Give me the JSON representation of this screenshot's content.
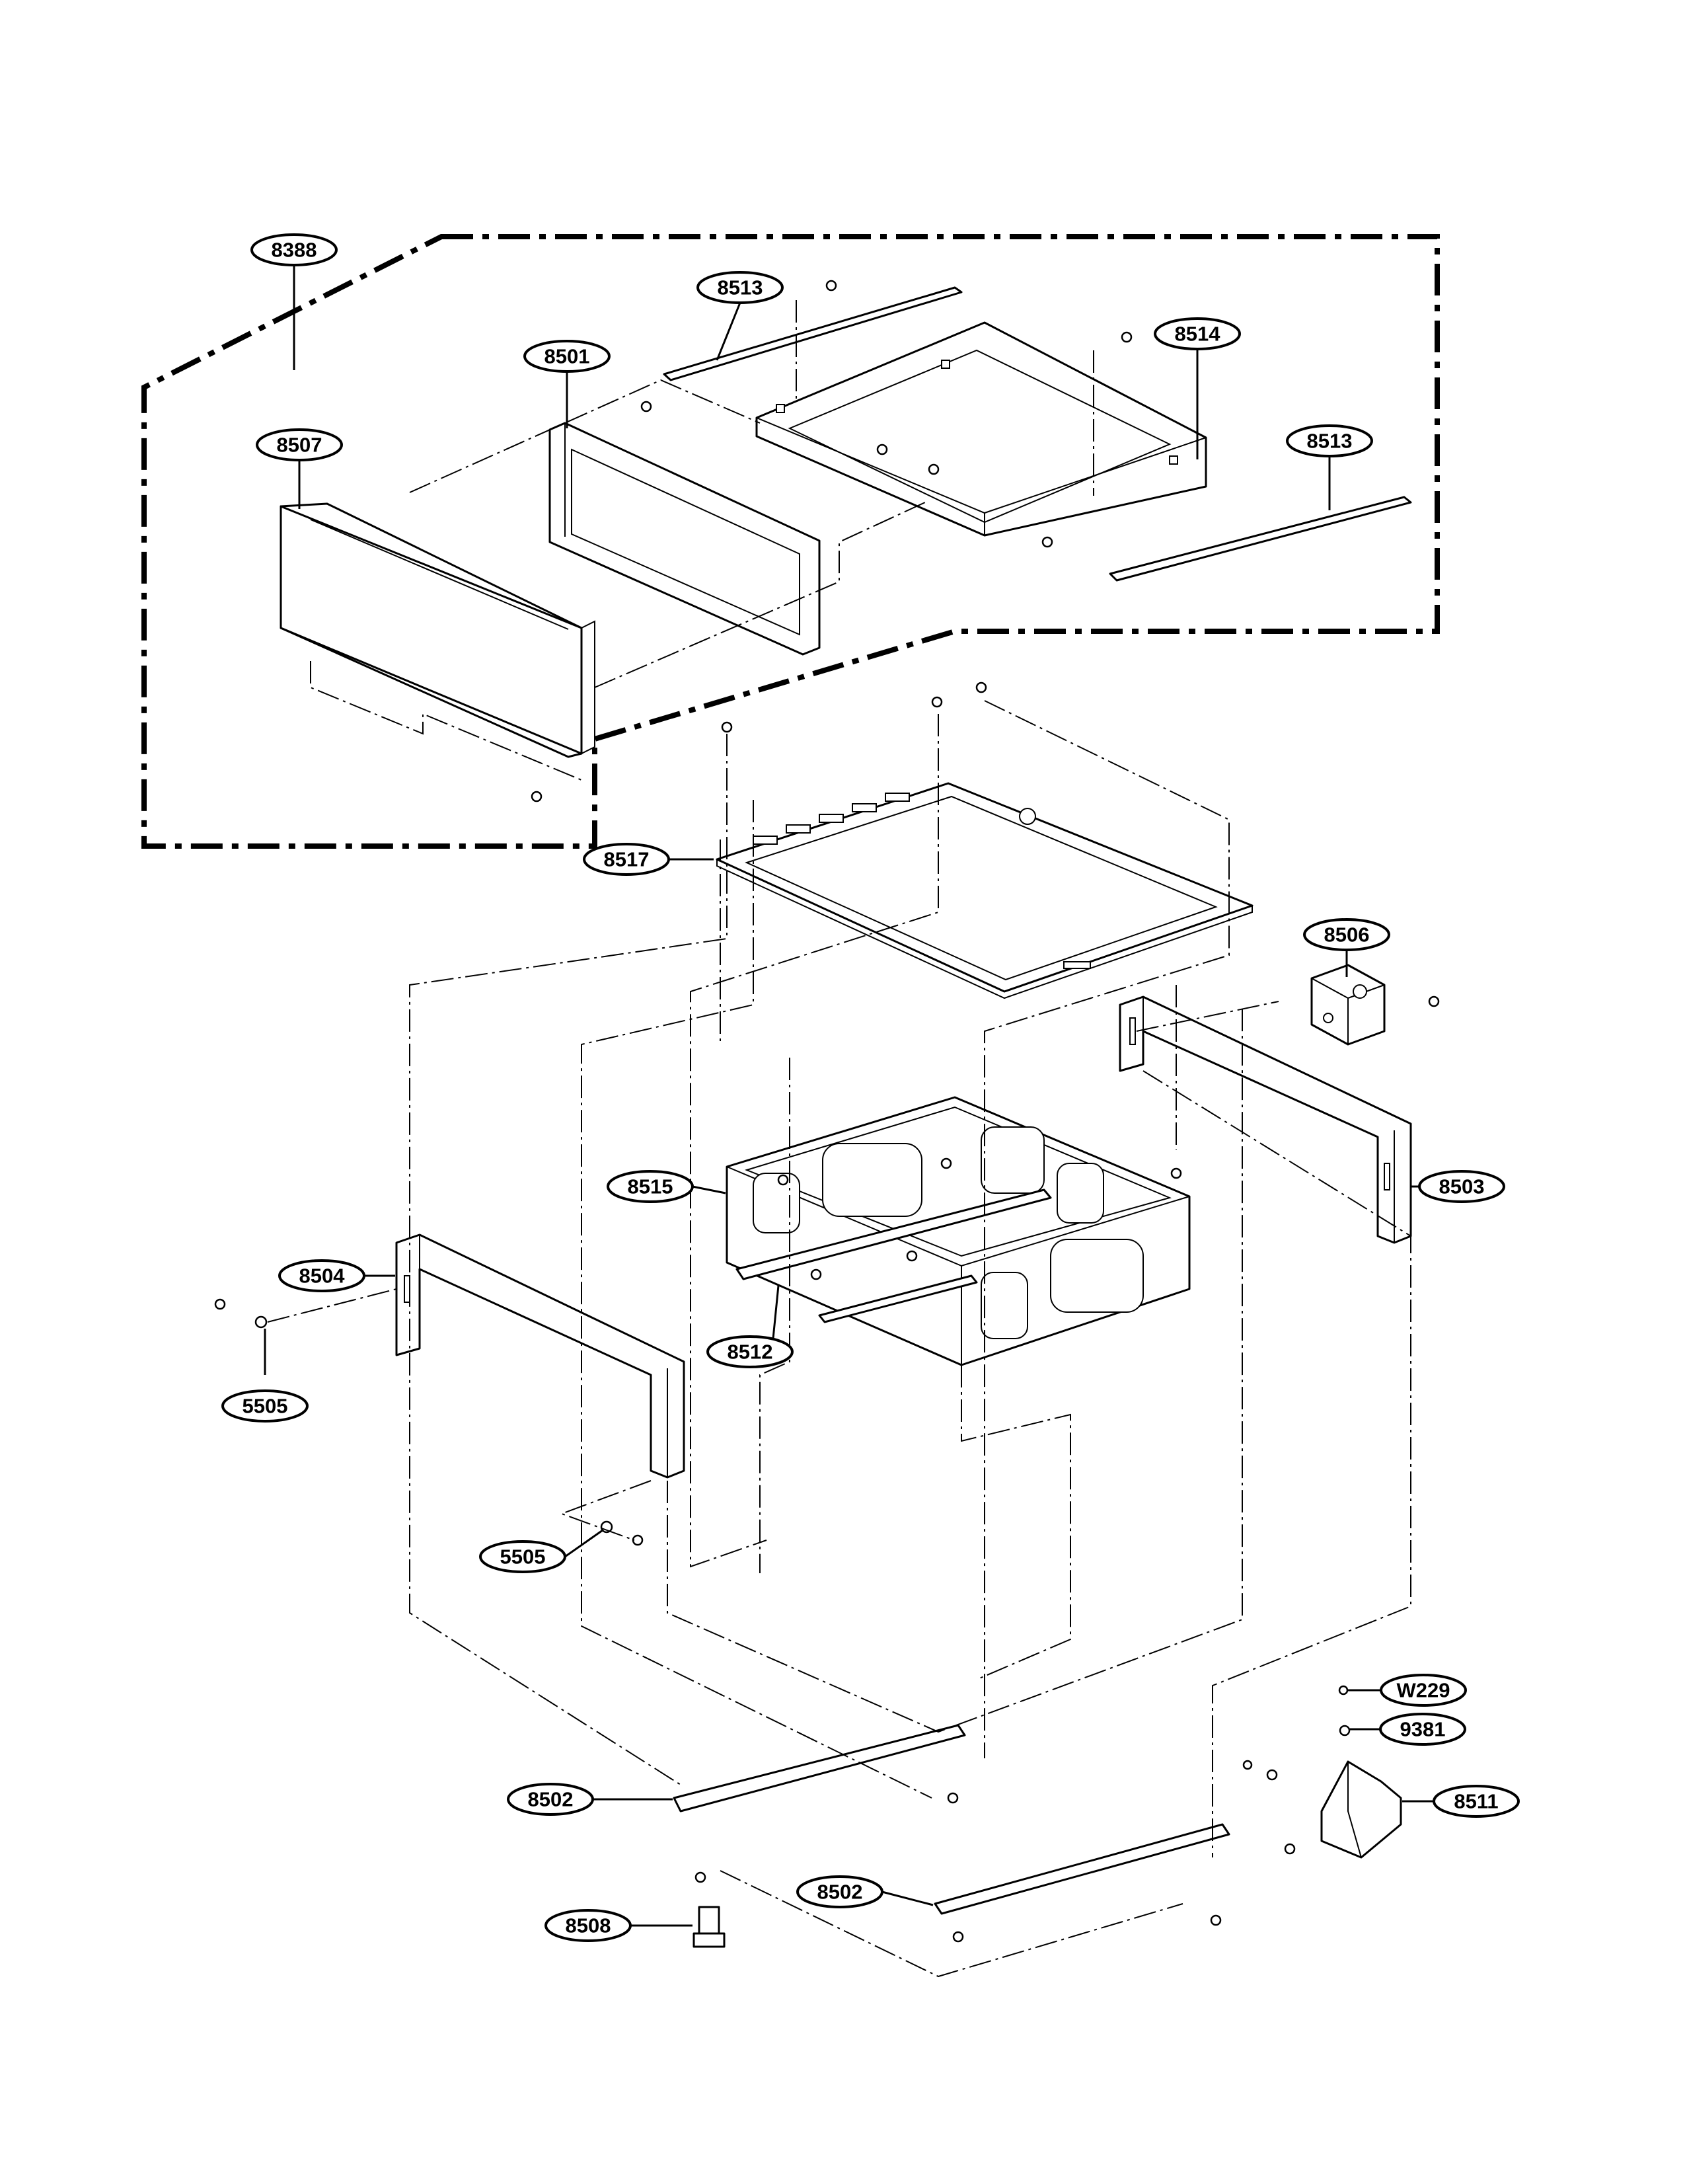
{
  "callouts": {
    "c8388": "8388",
    "c8513a": "8513",
    "c8514": "8514",
    "c8501": "8501",
    "c8507": "8507",
    "c8513b": "8513",
    "c8517": "8517",
    "c8506": "8506",
    "c8515": "8515",
    "c8503": "8503",
    "c8504": "8504",
    "c8512": "8512",
    "c5505a": "5505",
    "c5505b": "5505",
    "cW229": "W229",
    "c9381": "9381",
    "c8502a": "8502",
    "c8511": "8511",
    "c8502b": "8502",
    "c8508": "8508"
  },
  "colors": {
    "line": "#000000",
    "background": "#ffffff"
  }
}
